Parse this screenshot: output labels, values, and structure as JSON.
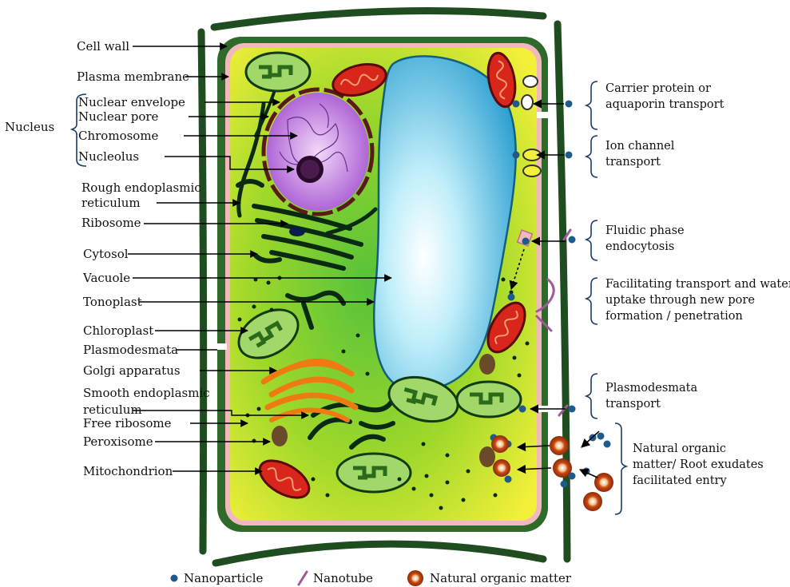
{
  "left_labels": {
    "cell_wall": "Cell wall",
    "plasma_membrane": "Plasma membrane",
    "nucleus_group": "Nucleus",
    "nuclear_envelope": "Nuclear envelope",
    "nuclear_pore": "Nuclear pore",
    "chromosome": "Chromosome",
    "nucleolus": "Nucleolus",
    "rough_er_line1": "Rough endoplasmic",
    "rough_er_line2": "reticulum",
    "ribosome": "Ribosome",
    "cytosol": "Cytosol",
    "vacuole": "Vacuole",
    "tonoplast": "Tonoplast",
    "chloroplast": "Chloroplast",
    "plasmodesmata": "Plasmodesmata",
    "golgi": "Golgi apparatus",
    "smooth_er_line1": "Smooth endoplasmic",
    "smooth_er_line2": "reticulum",
    "free_ribosome": "Free ribosome",
    "peroxisome": "Peroxisome",
    "mitochondrion": "Mitochondrion"
  },
  "right_labels": {
    "carrier_line1": "Carrier protein or",
    "carrier_line2": "aquaporin transport",
    "ion_line1": "Ion channel",
    "ion_line2": "transport",
    "endo_line1": "Fluidic phase",
    "endo_line2": "endocytosis",
    "pore_line1": "Facilitating transport and water",
    "pore_line2": "uptake through new pore",
    "pore_line3": "formation / penetration",
    "plasmo_line1": "Plasmodesmata",
    "plasmo_line2": "transport",
    "nom_line1": "Natural organic",
    "nom_line2": "matter/ Root exudates",
    "nom_line3": "facilitated entry"
  },
  "legend": {
    "nanoparticle": "Nanoparticle",
    "nanotube": "Nanotube",
    "natural_organic_matter": "Natural organic matter"
  },
  "colors": {
    "cell_wall": "#1f4d1f",
    "membrane": "#f2b8c0",
    "cytoplasm_yellow": "#f2ee3a",
    "cytoplasm_green": "#7ccd2e",
    "vacuole": "#39b8e0",
    "nucleus": "#b06ad8",
    "mitochondrion": "#d8261c",
    "golgi": "#f07a12",
    "nanoparticle": "#1f5a8c",
    "nanotube": "#a05a9a",
    "organic_matter": "#c84a14"
  }
}
